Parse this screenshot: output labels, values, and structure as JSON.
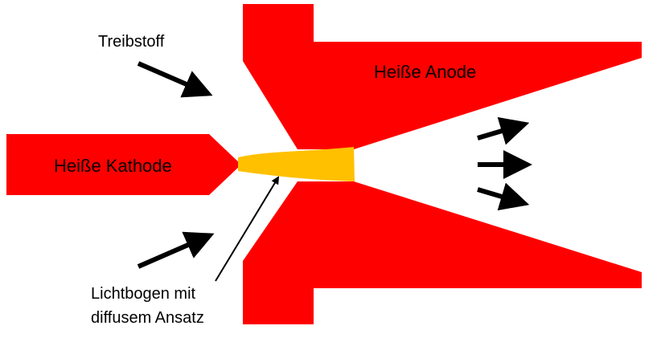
{
  "labels": {
    "propellant": "Treibstoff",
    "anode": "Heiße Anode",
    "cathode": "Heiße Kathode",
    "arc_line1": "Lichtbogen mit",
    "arc_line2": "diffusem Ansatz"
  },
  "colors": {
    "electrode": "#ff0000",
    "arc": "#ffc000",
    "arrow": "#000000",
    "text": "#000000"
  }
}
